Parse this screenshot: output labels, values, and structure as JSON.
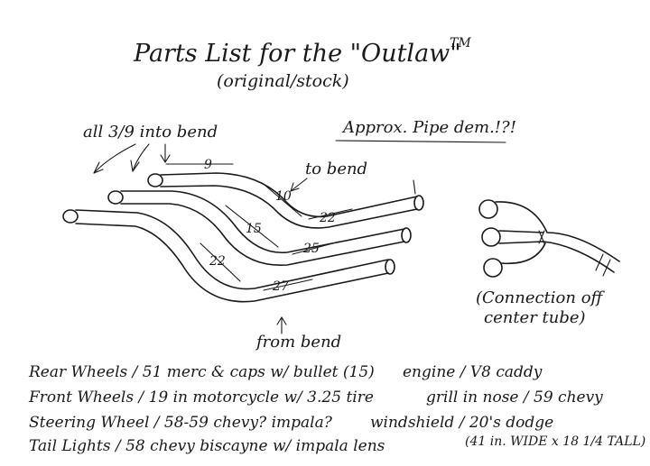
{
  "title": "Parts List for the \"Outlaw\"",
  "trademark": "TM",
  "subtitle": "(original/stock)",
  "notes": {
    "bend_all": "all 3/9 into bend",
    "approx": "Approx. Pipe dem.!?!",
    "to_bend": "to bend",
    "from_bend": "from bend",
    "connection": [
      "(Connection off",
      "center tube)"
    ]
  },
  "pipe_labels": {
    "top_straight": "9",
    "top_segment": "10",
    "top_end": "22",
    "middle_segment": "15",
    "middle_end": "25",
    "bottom_segment": "22",
    "bottom_end": "27"
  },
  "parts": [
    {
      "left": "Rear Wheels / 51 merc & caps w/ bullet (15)",
      "right": "engine / V8 caddy"
    },
    {
      "left": "Front Wheels / 19 in motorcycle w/ 3.25 tire",
      "right": "grill in nose / 59 chevy"
    },
    {
      "left": "Steering Wheel / 58-59 chevy? impala?",
      "right": "windshield / 20's dodge"
    },
    {
      "left": "Tail Lights / 58 chevy biscayne w/ impala lens",
      "right": ""
    }
  ],
  "windshield_size": "(41 in. WIDE x 18 1/4 TALL)"
}
